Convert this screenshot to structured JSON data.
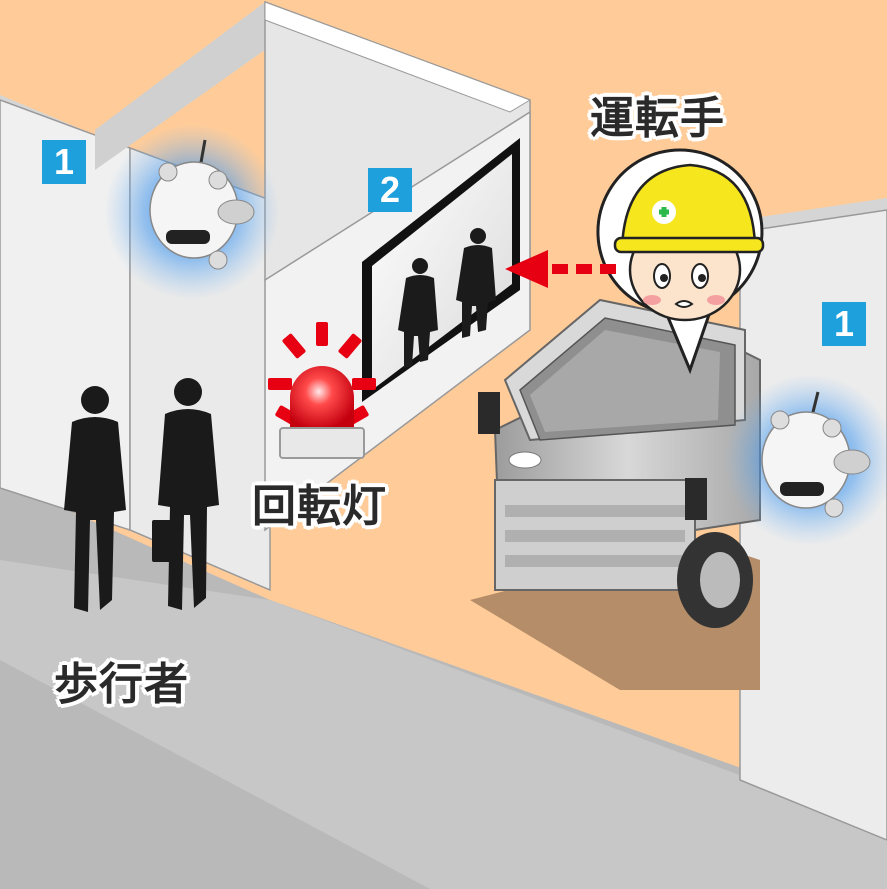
{
  "labels": {
    "driver": "運転手",
    "pedestrian": "歩行者",
    "rotating_light": "回転灯"
  },
  "badges": {
    "left_sensor": "1",
    "display": "2",
    "right_sensor": "1"
  },
  "colors": {
    "floor": "#ffcc99",
    "floor_shadow": "#b8b8b8",
    "wall": "#eeeeee",
    "badge": "#1ea0dc",
    "sensor_glow": "#3a8ee8",
    "beacon": "#e60012",
    "arrow": "#e60012",
    "helmet": "#f5e61e"
  },
  "icons": [
    "sensor-icon",
    "rotating-light-icon",
    "display-screen-icon",
    "forklift-truck-icon",
    "driver-icon",
    "pedestrian-icon",
    "arrow-icon"
  ]
}
